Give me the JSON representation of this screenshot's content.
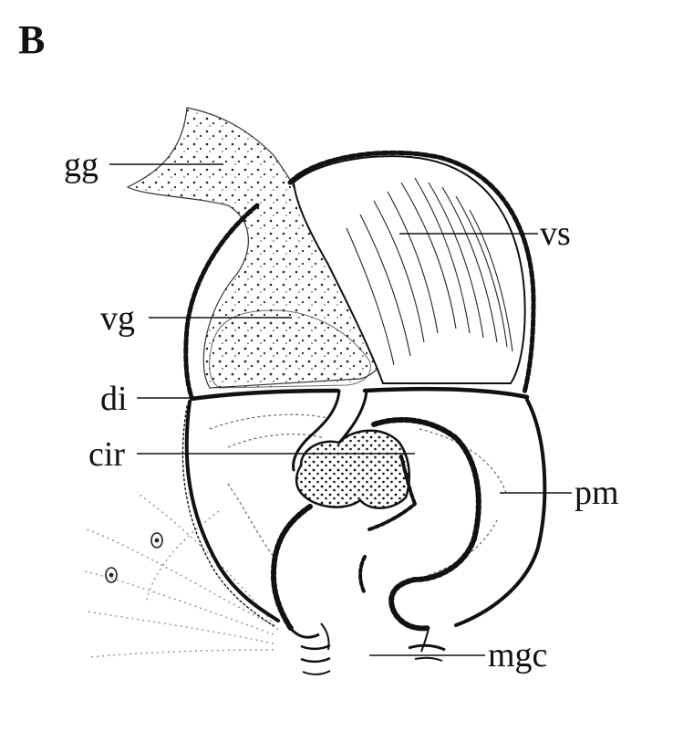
{
  "panel_letter": "B",
  "labels": {
    "gg": "gg",
    "vs": "vs",
    "vg": "vg",
    "di": "di",
    "cir": "cir",
    "pm": "pm",
    "mgc": "mgc"
  },
  "colors": {
    "ink": "#111111",
    "background": "#ffffff"
  }
}
